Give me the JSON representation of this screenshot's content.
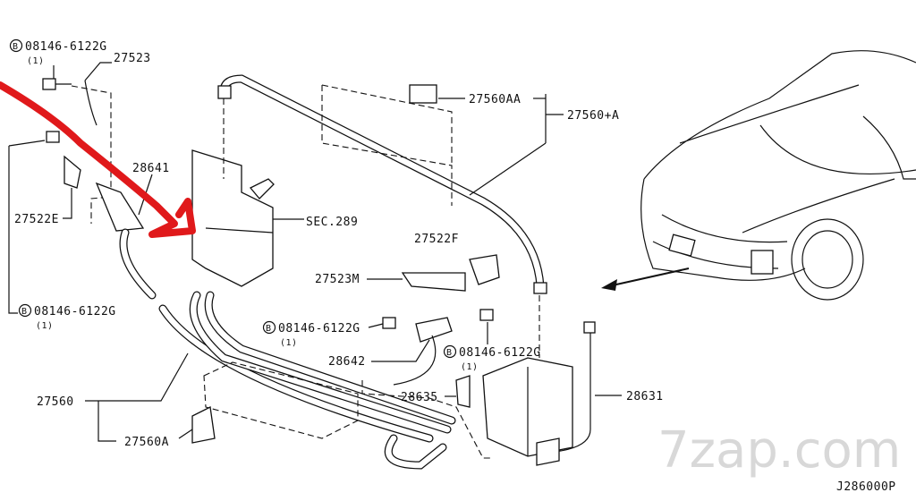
{
  "diagram": {
    "watermark": "7zap.com",
    "figure_code": "J286000P",
    "bolt_symbol": "B",
    "labels": {
      "bolt_top_left": "08146-6122G",
      "bolt_top_left_qty": "(1)",
      "p27523": "27523",
      "p28641": "28641",
      "p27522E": "27522E",
      "sec289": "SEC.289",
      "bolt_left_lower": "08146-6122G",
      "bolt_left_lower_qty": "(1)",
      "p27560AA": "27560AA",
      "p27560A_plus": "27560+A",
      "p27522F": "27522F",
      "p27523M": "27523M",
      "bolt_center": "08146-6122G",
      "bolt_center_qty": "(1)",
      "p28642": "28642",
      "bolt_right": "08146-6122G",
      "bolt_right_qty": "(1)",
      "p28635": "28635",
      "p28631": "28631",
      "p27560": "27560",
      "p27560A": "27560A"
    },
    "annotation_color": "#e0191b"
  }
}
